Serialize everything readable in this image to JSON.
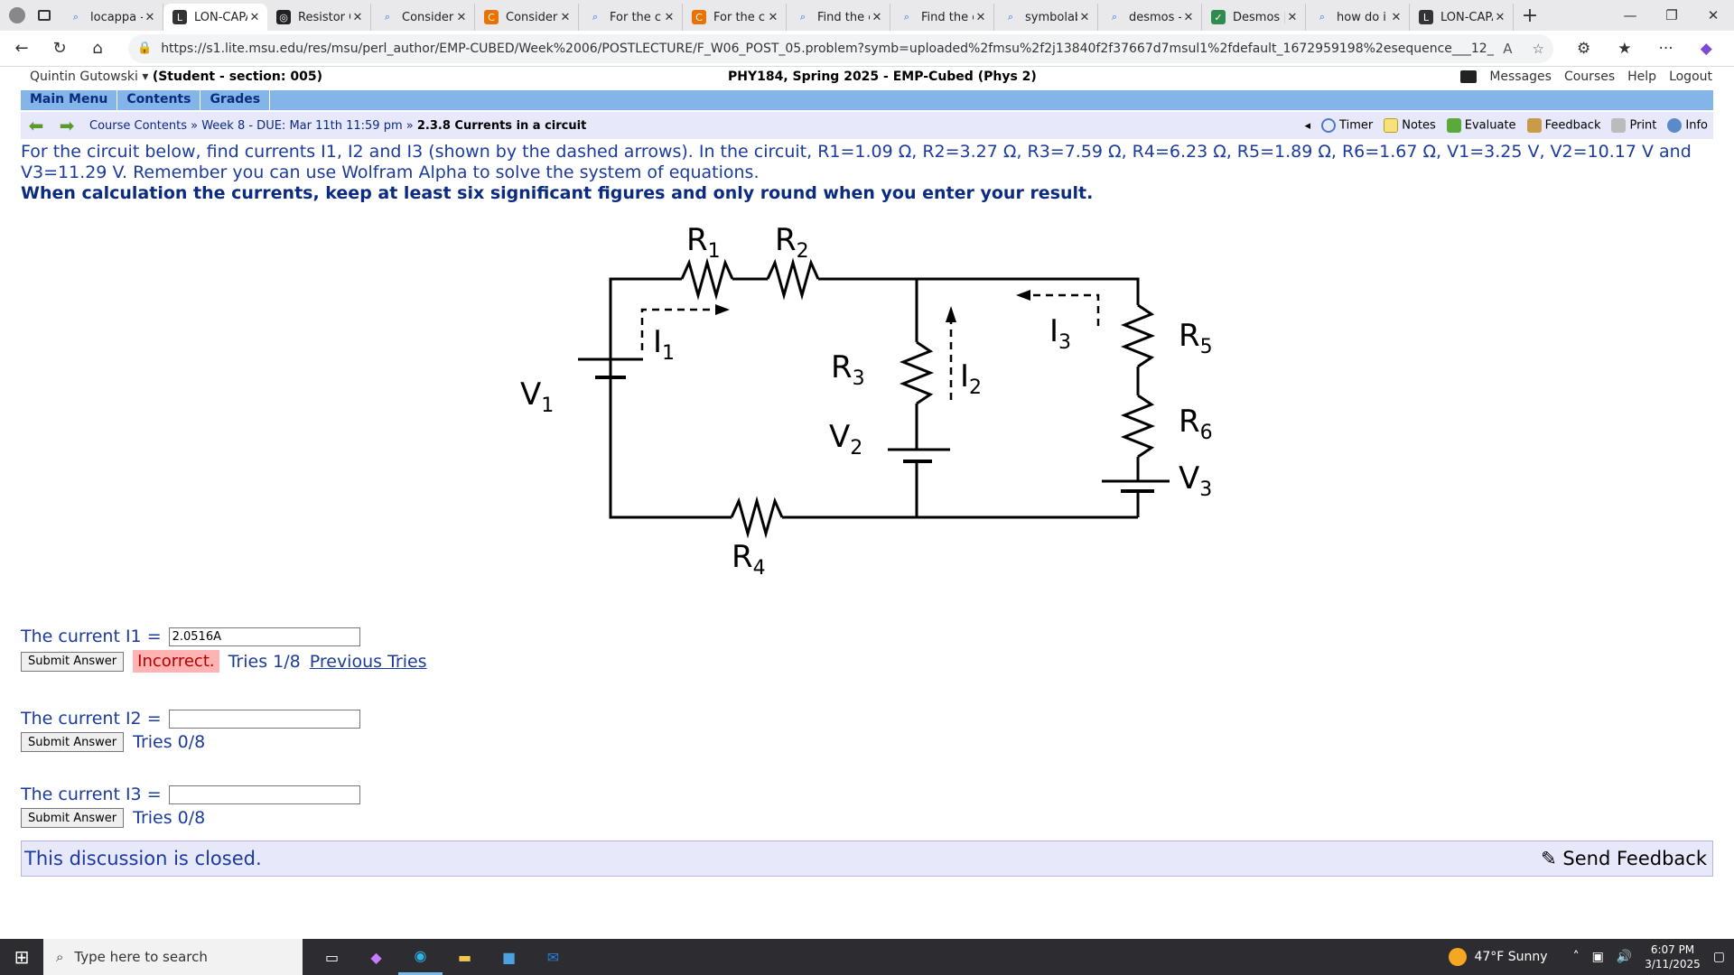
{
  "browser": {
    "tabs": [
      {
        "title": "locappa -",
        "icon": "search",
        "active": false
      },
      {
        "title": "LON-CAPA",
        "icon": "loncapa",
        "active": true
      },
      {
        "title": "Resistor C",
        "icon": "chatgpt",
        "active": false
      },
      {
        "title": "Consider t",
        "icon": "search",
        "active": false
      },
      {
        "title": "Consider t",
        "icon": "chegg",
        "active": false
      },
      {
        "title": "For the cir",
        "icon": "search",
        "active": false
      },
      {
        "title": "For the cir",
        "icon": "chegg",
        "active": false
      },
      {
        "title": "Find the e",
        "icon": "search",
        "active": false
      },
      {
        "title": "Find the e",
        "icon": "search",
        "active": false
      },
      {
        "title": "symbolab",
        "icon": "search",
        "active": false
      },
      {
        "title": "desmos -",
        "icon": "search",
        "active": false
      },
      {
        "title": "Desmos |",
        "icon": "desmos",
        "active": false
      },
      {
        "title": "how do i t",
        "icon": "search",
        "active": false
      },
      {
        "title": "LON-CAPA",
        "icon": "loncapa",
        "active": false
      }
    ],
    "url": "https://s1.lite.msu.edu/res/msu/perl_author/EMP-CUBED/Week%2006/POSTLECTURE/F_W06_POST_05.problem?symb=uploaded%2fmsu%2f2j13840f2f37667d7msul1%2fdefault_1672959198%2esequence___12___msu%2fperl_author%..."
  },
  "header": {
    "user": "Quintin Gutowski",
    "role": "(Student - section: 005)",
    "course": "PHY184, Spring 2025 - EMP-Cubed (Phys 2)",
    "links": [
      "Messages",
      "Courses",
      "Help",
      "Logout"
    ]
  },
  "mainmenu": [
    "Main Menu",
    "Contents",
    "Grades"
  ],
  "breadcrumb": {
    "trail": "Course Contents » Week 8 - DUE: Mar 11th 11:59 pm »",
    "current": "2.3.8 Currents in a circuit",
    "tools": [
      "Timer",
      "Notes",
      "Evaluate",
      "Feedback",
      "Print",
      "Info"
    ]
  },
  "problem": {
    "text1": "For the circuit below, find currents I1, I2 and I3 (shown by the dashed arrows). In the circuit, R1=1.09 Ω, R2=3.27 Ω, R3=7.59 Ω, R4=6.23 Ω, R5=1.89 Ω, R6=1.67 Ω, V1=3.25 V, V2=10.17 V and",
    "text2": "V3=11.29 V. Remember you can use Wolfram Alpha to solve the system of equations.",
    "bold": "When calculation the currents, keep at least six significant figures and only round when you enter your result."
  },
  "circuit": {
    "labels": {
      "R1": "R1",
      "R2": "R2",
      "R3": "R3",
      "R4": "R4",
      "R5": "R5",
      "R6": "R6",
      "V1": "V1",
      "V2": "V2",
      "V3": "V3",
      "I1": "I1",
      "I2": "I2",
      "I3": "I3"
    }
  },
  "questions": [
    {
      "label": "The current I1 =",
      "value": "2.0516A",
      "submit": "Submit Answer",
      "status": "Incorrect.",
      "tries": "Tries 1/8",
      "prev": "Previous Tries"
    },
    {
      "label": "The current I2 =",
      "value": "",
      "submit": "Submit Answer",
      "tries": "Tries 0/8"
    },
    {
      "label": "The current I3 =",
      "value": "",
      "submit": "Submit Answer",
      "tries": "Tries 0/8"
    }
  ],
  "footer": {
    "closed": "This discussion is closed.",
    "send_feedback": "Send Feedback"
  },
  "taskbar": {
    "search": "Type here to search",
    "weather": "47°F Sunny",
    "time": "6:07 PM",
    "date": "3/11/2025"
  }
}
